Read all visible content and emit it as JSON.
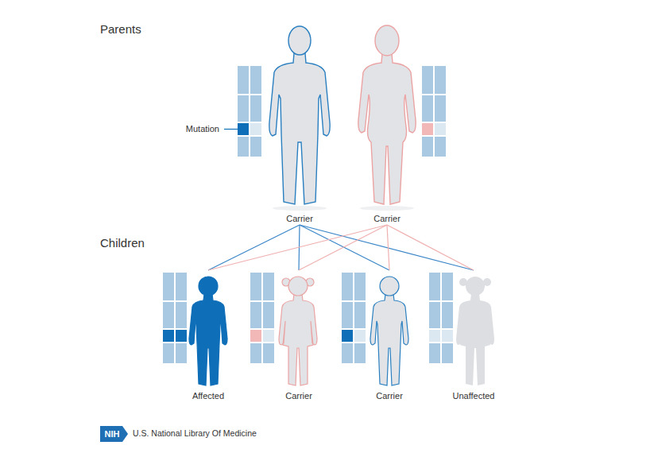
{
  "diagram": {
    "nodes": [
      {
        "text": [
          "Carrier"
        ]
      },
      {
        "text": [
          "Carrier"
        ]
      },
      {
        "text": [
          "Affected"
        ]
      },
      {
        "text": [
          "Carrier"
        ]
      },
      {
        "text": [
          "Carrier"
        ]
      },
      {
        "text": [
          "Unaffected"
        ]
      }
    ],
    "edges": [
      {
        "from": 0,
        "to": 2,
        "arrow": "none"
      },
      {
        "from": 0,
        "to": 3,
        "arrow": "none"
      },
      {
        "from": 0,
        "to": 4,
        "arrow": "none"
      },
      {
        "from": 0,
        "to": 5,
        "arrow": "none"
      },
      {
        "from": 1,
        "to": 2,
        "arrow": "none"
      },
      {
        "from": 1,
        "to": 3,
        "arrow": "none"
      },
      {
        "from": 1,
        "to": 4,
        "arrow": "none"
      },
      {
        "from": 1,
        "to": 5,
        "arrow": "none"
      }
    ],
    "labels": [
      "Parents",
      "Mutation",
      "Children",
      "NIH",
      "U.S. National Library Of Medicine"
    ]
  }
}
